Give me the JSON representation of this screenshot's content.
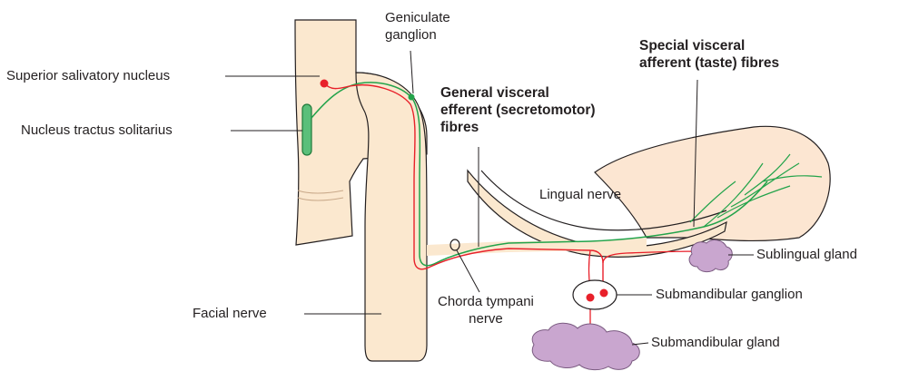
{
  "labels": {
    "superior_salivatory_nucleus": "Superior salivatory nucleus",
    "nucleus_tractus_solitarius": "Nucleus tractus solitarius",
    "geniculate_ganglion": [
      "Geniculate",
      "ganglion"
    ],
    "general_visceral_efferent": [
      "General visceral",
      "efferent (secretomotor)",
      "fibres"
    ],
    "special_visceral_afferent": [
      "Special visceral",
      "afferent (taste) fibres"
    ],
    "lingual_nerve": "Lingual nerve",
    "sublingual_gland": "Sublingual gland",
    "submandibular_ganglion": "Submandibular ganglion",
    "submandibular_gland": "Submandibular gland",
    "chorda_tympani_nerve": [
      "Chorda tympani",
      "nerve"
    ],
    "facial_nerve": "Facial nerve"
  },
  "colors": {
    "nerve_fill": "#fbe8cf",
    "tongue_fill": "#fce6d2",
    "gland_fill": "#c9a6cf",
    "efferent_fibre": "#e8202a",
    "afferent_fibre": "#22a34a",
    "nucleus_fill": "#5bbf7a",
    "outline": "#231f20"
  },
  "legend": {
    "efferent_fibre_color": "red",
    "afferent_fibre_color": "green"
  }
}
